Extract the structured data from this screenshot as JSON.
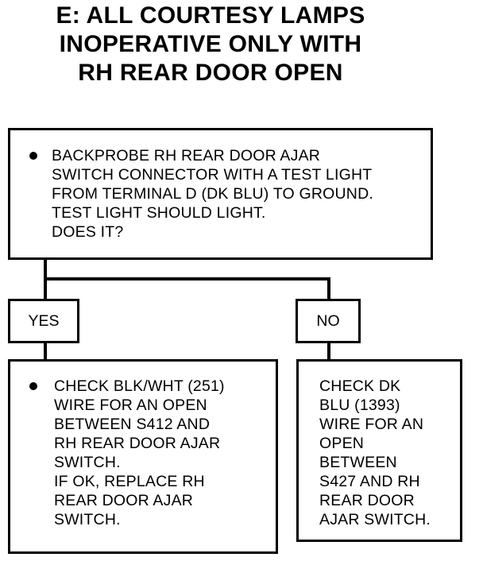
{
  "title": {
    "lines": [
      "E: ALL COURTESY LAMPS",
      "INOPERATIVE ONLY WITH",
      "RH REAR DOOR OPEN"
    ]
  },
  "main_box": {
    "lines": [
      "BACKPROBE RH REAR DOOR AJAR",
      "SWITCH CONNECTOR WITH A TEST LIGHT",
      "FROM TERMINAL D (DK BLU) TO GROUND.",
      "TEST LIGHT SHOULD LIGHT.",
      "DOES IT?"
    ]
  },
  "yes_label": "YES",
  "no_label": "NO",
  "yes_result": {
    "lines": [
      "CHECK BLK/WHT (251)",
      "WIRE FOR AN OPEN",
      "BETWEEN S412 AND",
      "RH REAR DOOR AJAR",
      "SWITCH.",
      "IF OK, REPLACE RH",
      "REAR DOOR AJAR",
      "SWITCH."
    ]
  },
  "no_result": {
    "lines": [
      "CHECK DK",
      "BLU (1393)",
      "WIRE FOR AN",
      "OPEN",
      "BETWEEN",
      "S427 AND RH",
      "REAR DOOR",
      "AJAR SWITCH."
    ]
  }
}
